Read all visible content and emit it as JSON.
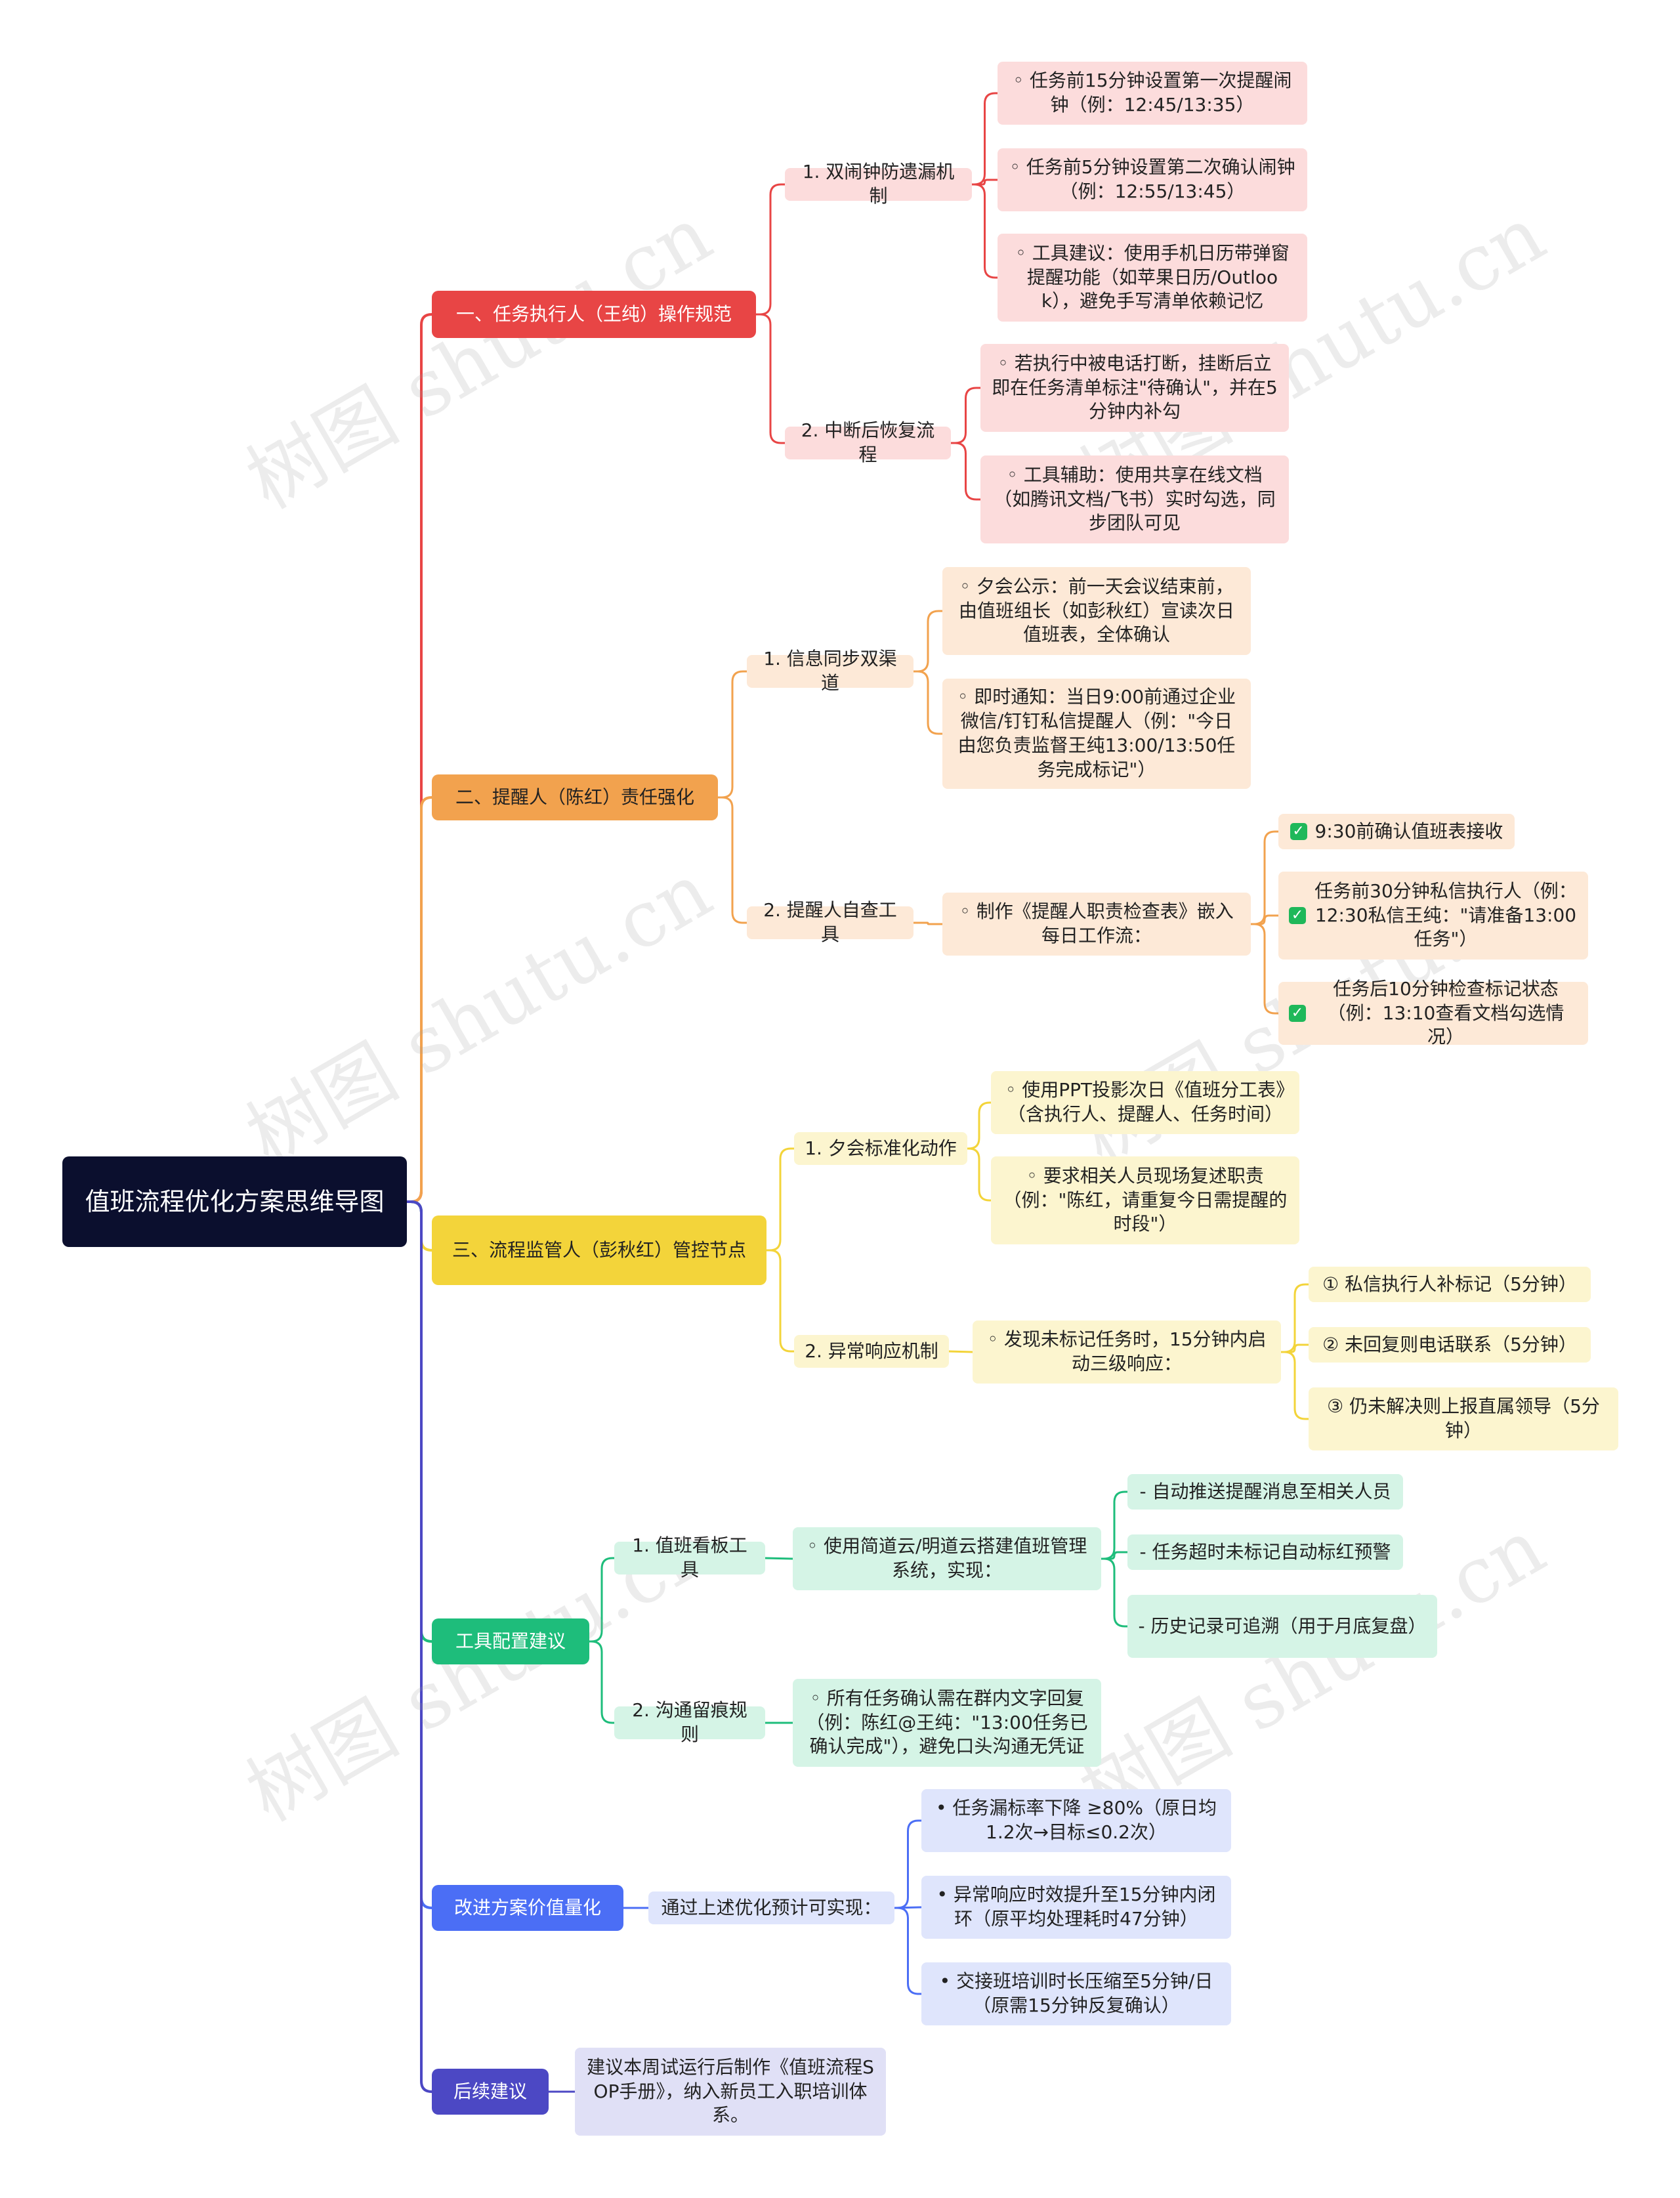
{
  "root": "值班流程优化方案思维导图",
  "watermark": "树图 shutu.cn",
  "colors": {
    "red": "#e84545",
    "red_light": "#fcdcdc",
    "orange": "#f2a24e",
    "orange_light": "#fde9d7",
    "yellow": "#f3d43a",
    "yellow_light": "#fcf5cf",
    "green": "#1ebd7b",
    "green_light": "#d5f4e6",
    "blue": "#4b6ef5",
    "blue_light": "#dfe5fc",
    "indigo": "#4c48c4",
    "indigo_light": "#e0e0f6",
    "root": "#0b0f2e"
  },
  "branches": [
    {
      "label": "一、任务执行人（王纯）操作规范",
      "children": [
        {
          "label": "1. 双闹钟防遗漏机制",
          "leaves": [
            "◦ 任务前15分钟设置第一次提醒闹钟（例：12:45/13:35）",
            "◦ 任务前5分钟设置第二次确认闹钟（例：12:55/13:45）",
            "◦ 工具建议：使用手机日历带弹窗提醒功能（如苹果日历/Outlook），避免手写清单依赖记忆"
          ]
        },
        {
          "label": "2. 中断后恢复流程",
          "leaves": [
            "◦ 若执行中被电话打断，挂断后立即在任务清单标注\"待确认\"，并在5分钟内补勾",
            "◦ 工具辅助：使用共享在线文档（如腾讯文档/飞书）实时勾选，同步团队可见"
          ]
        }
      ]
    },
    {
      "label": "二、提醒人（陈红）责任强化",
      "children": [
        {
          "label": "1. 信息同步双渠道",
          "leaves": [
            "◦ 夕会公示：前一天会议结束前，由值班组长（如彭秋红）宣读次日值班表，全体确认",
            "◦ 即时通知：当日9:00前通过企业微信/钉钉私信提醒人（例：\"今日由您负责监督王纯13:00/13:50任务完成标记\"）"
          ]
        },
        {
          "label": "2. 提醒人自查工具",
          "mid": "◦ 制作《提醒人职责检查表》嵌入每日工作流：",
          "checks": [
            "9:30前确认值班表接收",
            "任务前30分钟私信执行人（例：12:30私信王纯：\"请准备13:00任务\"）",
            "任务后10分钟检查标记状态（例：13:10查看文档勾选情况）"
          ]
        }
      ]
    },
    {
      "label": "三、流程监管人（彭秋红）管控节点",
      "children": [
        {
          "label": "1. 夕会标准化动作",
          "leaves": [
            "◦ 使用PPT投影次日《值班分工表》（含执行人、提醒人、任务时间）",
            "◦ 要求相关人员现场复述职责（例：\"陈红，请重复今日需提醒的时段\"）"
          ]
        },
        {
          "label": "2. 异常响应机制",
          "mid": "◦ 发现未标记任务时，15分钟内启动三级响应：",
          "leaves": [
            "① 私信执行人补标记（5分钟）",
            "② 未回复则电话联系（5分钟）",
            "③ 仍未解决则上报直属领导（5分钟）"
          ]
        }
      ]
    },
    {
      "label": "工具配置建议",
      "children": [
        {
          "label": "1. 值班看板工具",
          "mid": "◦ 使用简道云/明道云搭建值班管理系统，实现：",
          "leaves": [
            "- 自动推送提醒消息至相关人员",
            "- 任务超时未标记自动标红预警",
            "- 历史记录可追溯（用于月底复盘）"
          ]
        },
        {
          "label": "2. 沟通留痕规则",
          "mid": "◦ 所有任务确认需在群内文字回复（例：陈红@王纯：\"13:00任务已确认完成\"），避免口头沟通无凭证"
        }
      ]
    },
    {
      "label": "改进方案价值量化",
      "mid": "通过上述优化预计可实现：",
      "leaves": [
        "• 任务漏标率下降 ≥80%（原日均1.2次→目标≤0.2次）",
        "• 异常响应时效提升至15分钟内闭环（原平均处理耗时47分钟）",
        "• 交接班培训时长压缩至5分钟/日（原需15分钟反复确认）"
      ]
    },
    {
      "label": "后续建议",
      "mid": "建议本周试运行后制作《值班流程SOP手册》，纳入新员工入职培训体系。"
    }
  ]
}
